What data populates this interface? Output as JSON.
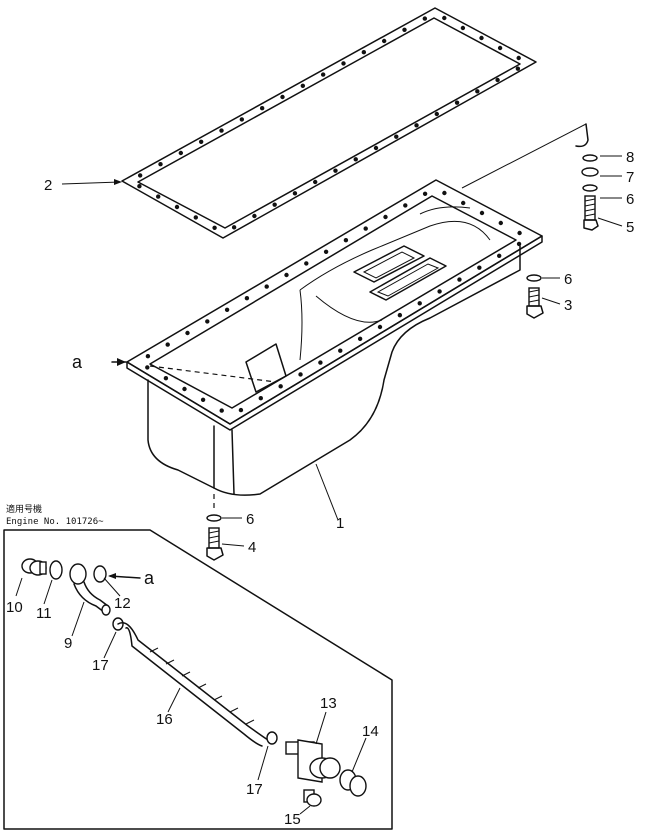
{
  "engine_note": {
    "line1": "適用号機",
    "line2": "Engine  No. 101726~"
  },
  "reference_mark": "a",
  "callouts": [
    {
      "id": "oil-pan",
      "label": "1"
    },
    {
      "id": "gasket",
      "label": "2"
    },
    {
      "id": "bolt-right",
      "label": "3"
    },
    {
      "id": "bolt-bottom",
      "label": "4"
    },
    {
      "id": "bolt-top-right",
      "label": "5"
    },
    {
      "id": "washer-top-right",
      "label": "6"
    },
    {
      "id": "washer-right",
      "label": "6"
    },
    {
      "id": "washer-bottom",
      "label": "6"
    },
    {
      "id": "washer-7",
      "label": "7"
    },
    {
      "id": "clip",
      "label": "8"
    },
    {
      "id": "pipe",
      "label": "9"
    },
    {
      "id": "connector",
      "label": "10"
    },
    {
      "id": "gasket-ring",
      "label": "11"
    },
    {
      "id": "o-ring",
      "label": "12"
    },
    {
      "id": "strainer-body",
      "label": "13"
    },
    {
      "id": "plug",
      "label": "14"
    },
    {
      "id": "small-bolt",
      "label": "15"
    },
    {
      "id": "hose",
      "label": "16"
    },
    {
      "id": "clamp-upper",
      "label": "17"
    },
    {
      "id": "clamp-lower",
      "label": "17"
    }
  ]
}
